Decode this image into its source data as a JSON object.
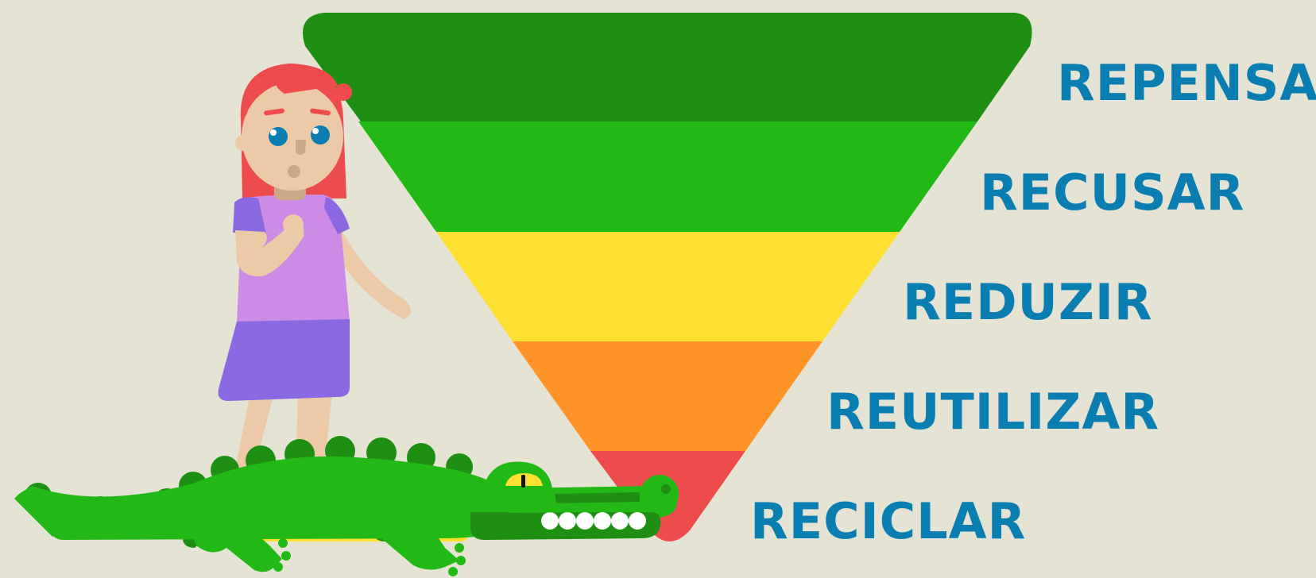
{
  "pyramid": {
    "levels": [
      {
        "label": "REPENSAR",
        "color": "#1f8f13"
      },
      {
        "label": "RECUSAR",
        "color": "#22b916"
      },
      {
        "label": "REDUZIR",
        "color": "#fee031"
      },
      {
        "label": "REUTILIZAR",
        "color": "#fe9428"
      },
      {
        "label": "RECICLAR",
        "color": "#ee4c4c"
      }
    ],
    "label_color": "#0a7eb0"
  },
  "background": "#e4e3d4",
  "illustrations": {
    "girl": "girl-illustration",
    "crocodile": "crocodile-illustration"
  }
}
